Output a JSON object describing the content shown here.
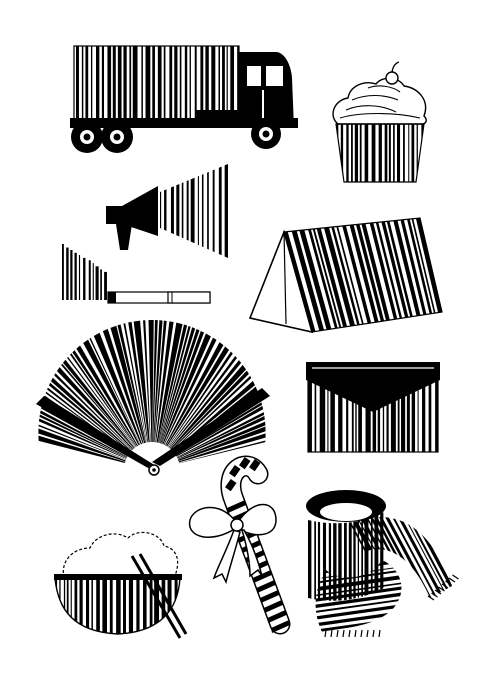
{
  "illustration": {
    "ink_color": "#000000",
    "paper_color": "#ffffff",
    "motif": "barcode-stripes",
    "items": [
      {
        "id": "truck",
        "icon": "truck-icon"
      },
      {
        "id": "cupcake",
        "icon": "cupcake-icon"
      },
      {
        "id": "megaphone",
        "icon": "megaphone-icon"
      },
      {
        "id": "cigarette",
        "icon": "cigarette-icon"
      },
      {
        "id": "tent",
        "icon": "tent-icon"
      },
      {
        "id": "hand-fan",
        "icon": "hand-fan-icon"
      },
      {
        "id": "envelope",
        "icon": "envelope-icon"
      },
      {
        "id": "candy-cane",
        "icon": "candy-cane-icon"
      },
      {
        "id": "rice-bowl",
        "icon": "rice-bowl-icon"
      },
      {
        "id": "scarf",
        "icon": "scarf-icon"
      }
    ]
  }
}
